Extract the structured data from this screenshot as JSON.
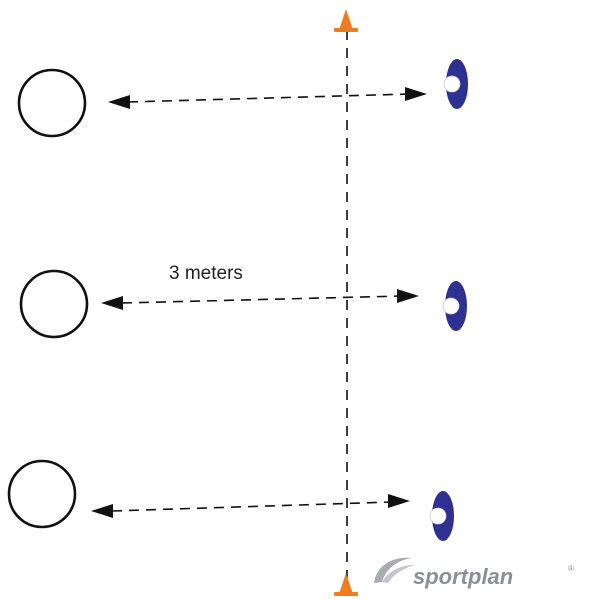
{
  "diagram": {
    "distance_label": "3 meters",
    "colors": {
      "cone": "#f07c22",
      "player_marker": "#2e3192",
      "ball": "#ffffff",
      "line": "#111111",
      "logo": "#8a8f98"
    },
    "icons": [
      "cone-icon",
      "player-marker-icon",
      "ball-icon",
      "circle-marker"
    ]
  },
  "logo": {
    "brand": "sportplan",
    "registered": "®"
  }
}
